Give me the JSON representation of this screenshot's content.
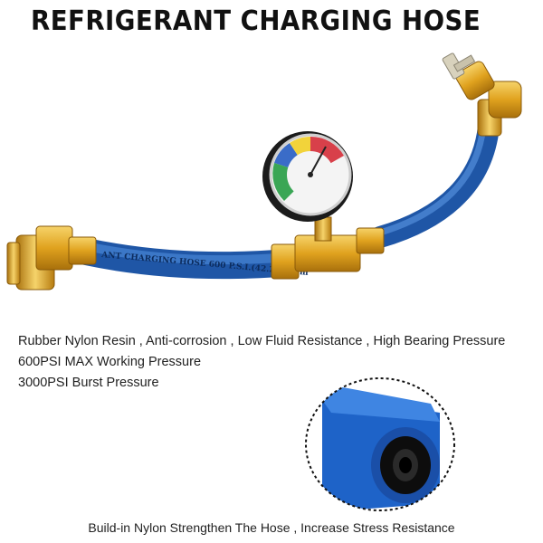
{
  "title": "REFRIGERANT CHARGING HOSE",
  "hose_print": "ANT CHARGING HOSE  600  P.S.I.(42.25kg/cm",
  "features": [
    "Rubber Nylon Resin , Anti-corrosion , Low Fluid Resistance , High Bearing Pressure",
    "600PSI MAX Working Pressure",
    "3000PSI Burst Pressure"
  ],
  "caption": "Build-in Nylon Strengthen The Hose , Increase Stress Resistance",
  "colors": {
    "hose": "#2f6fc4",
    "brass": "#e0a21e",
    "gauge_red": "#d8404a",
    "gauge_yellow": "#f2d33a",
    "gauge_green": "#3aa655",
    "gauge_blue": "#3a6cc8"
  }
}
